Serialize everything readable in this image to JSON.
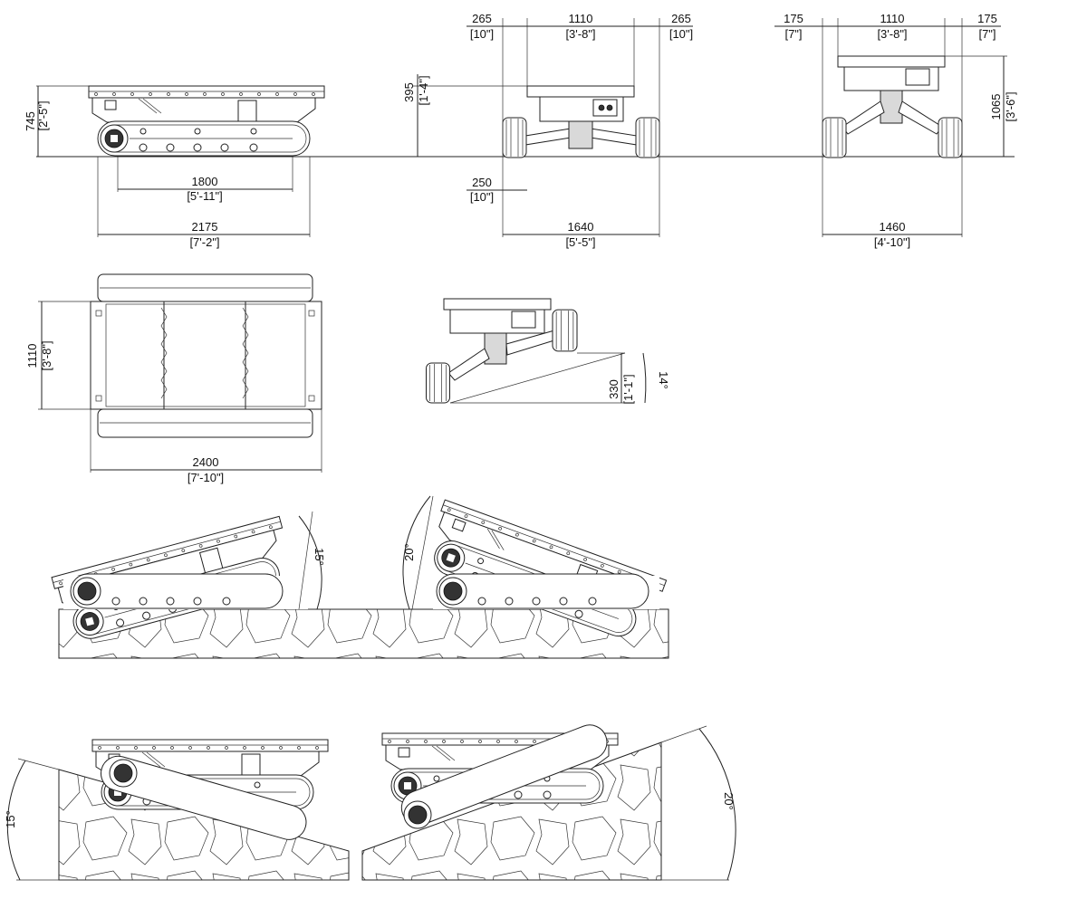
{
  "side_view": {
    "height_mm": "745",
    "height_in": "[2'-5\"]",
    "wheelbase_mm": "1800",
    "wheelbase_in": "[5'-11\"]",
    "length_mm": "2175",
    "length_in": "[7'-2\"]"
  },
  "front_view_low": {
    "left_offset_mm": "265",
    "left_offset_in": "[10\"]",
    "platform_mm": "1110",
    "platform_in": "[3'-8\"]",
    "right_offset_mm": "265",
    "right_offset_in": "[10\"]",
    "clearance_mm": "395",
    "clearance_in": "[1'-4\"]",
    "track_mm": "250",
    "track_in": "[10\"]",
    "width_mm": "1640",
    "width_in": "[5'-5\"]"
  },
  "front_view_high": {
    "left_offset_mm": "175",
    "left_offset_in": "[7\"]",
    "platform_mm": "1110",
    "platform_in": "[3'-8\"]",
    "right_offset_mm": "175",
    "right_offset_in": "[7\"]",
    "height_mm": "1065",
    "height_in": "[3'-6\"]",
    "width_mm": "1460",
    "width_in": "[4'-10\"]"
  },
  "top_view": {
    "width_mm": "1110",
    "width_in": "[3'-8\"]",
    "length_mm": "2400",
    "length_in": "[7'-10\"]"
  },
  "tilt_view": {
    "step_mm": "330",
    "step_in": "[1'-1\"]",
    "angle": "14°"
  },
  "pitch_views": {
    "angle_a": "15°",
    "angle_b": "20°"
  },
  "slope_views": {
    "angle_a": "15°",
    "angle_b": "20°"
  }
}
